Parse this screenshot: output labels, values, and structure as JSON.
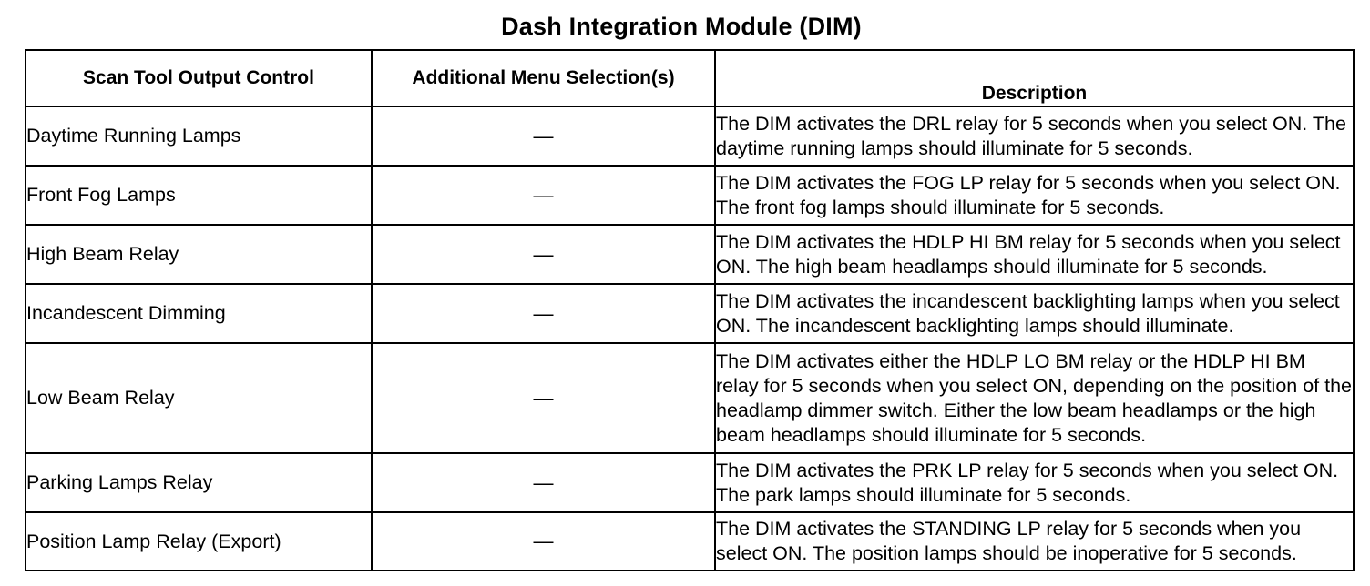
{
  "title": "Dash Integration Module (DIM)",
  "table": {
    "headers": {
      "control": "Scan Tool Output Control",
      "menu": "Additional Menu Selection(s)",
      "description": "Description"
    },
    "rows": [
      {
        "control": "Daytime Running Lamps",
        "menu": "—",
        "description": "The DIM activates the DRL relay for 5 seconds when you select ON. The daytime running lamps should illuminate for 5 seconds."
      },
      {
        "control": "Front Fog Lamps",
        "menu": "—",
        "description": "The DIM activates the FOG LP relay for 5 seconds when you select ON. The front fog lamps should illuminate for 5 seconds."
      },
      {
        "control": "High Beam Relay",
        "menu": "—",
        "description": "The DIM activates the HDLP HI BM relay for 5 seconds when you select ON. The high beam headlamps should illuminate for 5 seconds."
      },
      {
        "control": "Incandescent Dimming",
        "menu": "—",
        "description": "The DIM activates the incandescent backlighting lamps when you select ON. The incandescent backlighting lamps should illuminate."
      },
      {
        "control": "Low Beam Relay",
        "menu": "—",
        "description": "The DIM activates either the HDLP LO BM relay or the HDLP HI BM relay for 5 seconds when you select ON, depending on the position of the headlamp dimmer switch. Either the low beam headlamps or the high beam headlamps should illuminate for 5 seconds."
      },
      {
        "control": "Parking Lamps Relay",
        "menu": "—",
        "description": "The DIM activates the PRK LP relay for 5 seconds when you select ON. The park lamps should illuminate for 5 seconds."
      },
      {
        "control": "Position Lamp Relay (Export)",
        "menu": "—",
        "description": "The DIM activates the STANDING LP relay for 5 seconds when you select ON. The position lamps should be inoperative for 5 seconds."
      }
    ]
  }
}
